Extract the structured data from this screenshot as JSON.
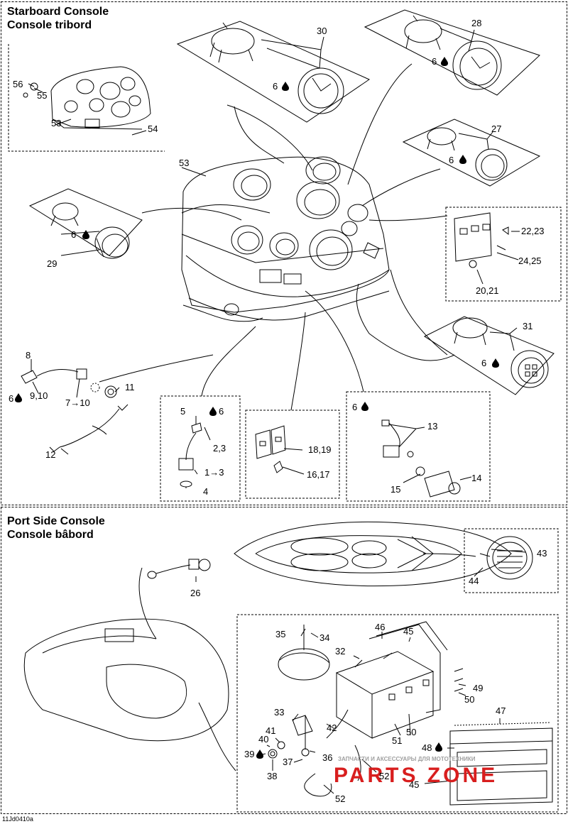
{
  "sections": {
    "starboard": {
      "title_en": "Starboard Console",
      "title_fr": "Console tribord"
    },
    "port": {
      "title_en": "Port Side Console",
      "title_fr": "Console bâbord"
    }
  },
  "callouts": {
    "c1": "30",
    "c2": "6",
    "c3": "28",
    "c4": "6",
    "c5": "56",
    "c6": "55",
    "c7": "53",
    "c8": "54",
    "c9": "27",
    "c10": "6",
    "c11": "53",
    "c12": "22,23",
    "c13": "24,25",
    "c14": "20,21",
    "c15": "6",
    "c16": "29",
    "c17": "31",
    "c18": "6",
    "c19": "8",
    "c20": "9,10",
    "c21": "6",
    "c22": "7→10",
    "c23": "11",
    "c24": "12",
    "c25": "5",
    "c26": "6",
    "c27": "2,3",
    "c28": "1→3",
    "c29": "4",
    "c30": "18,19",
    "c31": "16,17",
    "c32": "6",
    "c33": "13",
    "c34": "15",
    "c35": "14",
    "c36": "26",
    "c37": "43",
    "c38": "44",
    "c39": "35",
    "c40": "34",
    "c41": "46",
    "c42": "45",
    "c43": "32",
    "c44": "49",
    "c45": "50",
    "c46": "47",
    "c47": "33",
    "c48": "42",
    "c49": "41",
    "c50": "40",
    "c51": "39",
    "c52": "36",
    "c53": "37",
    "c54": "38",
    "c55": "51",
    "c56": "50",
    "c57": "48",
    "c58": "52",
    "c59": "45",
    "c60": "52"
  },
  "figure_code": "11Jd0410a",
  "watermark": {
    "text": "ЗАПЧАСТИ И АКСЕССУАРЫ ДЛЯ МОТОТЕХНИКИ",
    "logo_text": "PARTS ZONE"
  },
  "colors": {
    "ink": "#000000",
    "watermark_red": "#d81e1e",
    "watermark_gray": "#a0a0a0"
  }
}
